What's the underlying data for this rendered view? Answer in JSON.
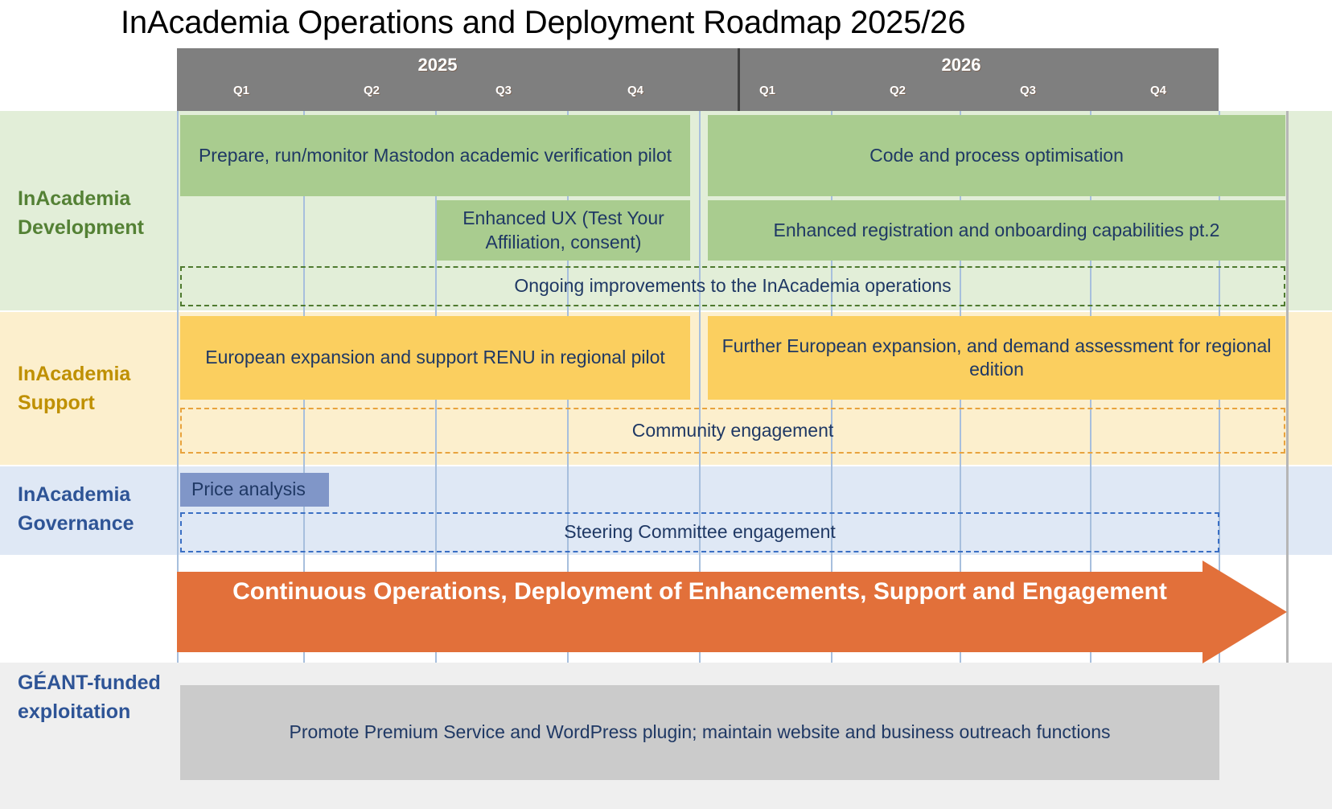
{
  "title": "InAcademia Operations and Deployment Roadmap 2025/26",
  "timeline": {
    "years": [
      {
        "label": "2025",
        "quarters": [
          "Q1",
          "Q2",
          "Q3",
          "Q4"
        ]
      },
      {
        "label": "2026",
        "quarters": [
          "Q1",
          "Q2",
          "Q3",
          "Q4"
        ]
      }
    ]
  },
  "lanes": [
    {
      "key": "development",
      "label": "InAcademia Development",
      "color": "#548135",
      "background": "#e2eed8"
    },
    {
      "key": "support",
      "label": "InAcademia Support",
      "color": "#bf9000",
      "background": "#fcefcd"
    },
    {
      "key": "governance",
      "label": "InAcademia Governance",
      "color": "#2e5496",
      "background": "#dfe8f5"
    },
    {
      "key": "exploitation",
      "label": "GÉANT-funded exploitation",
      "color": "#2e5496",
      "background": "#efefef"
    }
  ],
  "tasks": {
    "development": [
      {
        "id": "mastodon-pilot",
        "label": "Prepare, run/monitor Mastodon academic verification pilot",
        "style": "solid-green",
        "start": "2025-Q1",
        "end": "2025-Q4"
      },
      {
        "id": "code-optimisation",
        "label": "Code and process optimisation",
        "style": "solid-green",
        "start": "2026-Q1",
        "end": "2026-Q4"
      },
      {
        "id": "enhanced-ux",
        "label": "Enhanced UX (Test Your Affiliation, consent)",
        "style": "solid-green",
        "start": "2025-Q3",
        "end": "2025-Q4"
      },
      {
        "id": "enhanced-registration",
        "label": "Enhanced registration and onboarding capabilities pt.2",
        "style": "solid-green",
        "start": "2026-Q1",
        "end": "2026-Q4"
      },
      {
        "id": "ongoing-improvements",
        "label": "Ongoing improvements to the InAcademia operations",
        "style": "dashed-green",
        "start": "2025-Q1",
        "end": "2026-Q4"
      }
    ],
    "support": [
      {
        "id": "european-expansion",
        "label": "European expansion and support RENU in regional pilot",
        "style": "solid-yellow",
        "start": "2025-Q1",
        "end": "2025-Q4"
      },
      {
        "id": "further-expansion",
        "label": "Further European expansion, and demand assessment for regional edition",
        "style": "solid-yellow",
        "start": "2026-Q1",
        "end": "2026-Q4"
      },
      {
        "id": "community-engagement",
        "label": "Community engagement",
        "style": "dashed-orange",
        "start": "2025-Q1",
        "end": "2026-Q4"
      }
    ],
    "governance": [
      {
        "id": "price-analysis",
        "label": "Price analysis",
        "style": "solid-blue",
        "start": "2025-Q1",
        "end": "2025-Q1"
      },
      {
        "id": "steering-committee",
        "label": "Steering Committee engagement",
        "style": "dashed-blue",
        "start": "2025-Q1",
        "end": "2026-Q4"
      }
    ],
    "continuous": [
      {
        "id": "continuous-operations",
        "label": "Continuous Operations, Deployment of Enhancements, Support and Engagement",
        "style": "arrow-orange",
        "color": "#e2703a"
      }
    ],
    "exploitation": [
      {
        "id": "promote-premium",
        "label": "Promote Premium Service and WordPress plugin; maintain website and business outreach functions",
        "style": "solid-grey",
        "start": "2025-Q1",
        "end": "2026-Q4"
      }
    ]
  },
  "colors": {
    "header_band": "#7f7f7f",
    "green_bar": "#a9cc8f",
    "yellow_bar": "#fbcf5f",
    "blue_bar": "#8096c8",
    "grey_bar": "#cbcbcb",
    "orange_arrow": "#e2703a",
    "gridline": "#a7bfdd"
  }
}
